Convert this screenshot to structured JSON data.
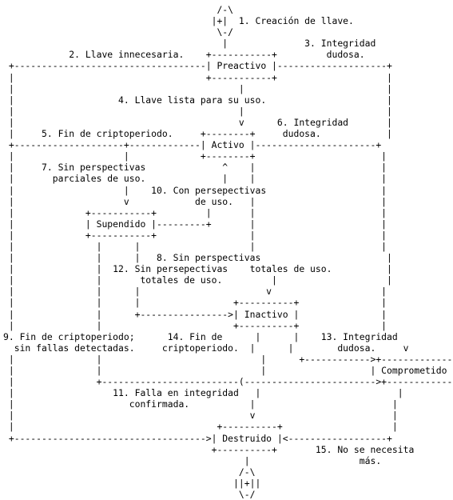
{
  "diagram": {
    "lines": [
      "                                       /-\\",
      "                                      |+|  1. Creación de llave.",
      "                                       \\-/",
      "                                        |              3. Integridad",
      "            2. Llave innecesaria.    +-----------+         dudosa.",
      " +-----------------------------------| Preactivo |--------------------+",
      " |                                   +-----------+                    |",
      " |                                         |                          |",
      " |                   4. Llave lista para su uso.                      |",
      " |                                         |                          |",
      " |                                         v      6. Integridad       |",
      " |     5. Fin de criptoperiodo.     +--------+     dudosa.            |",
      " +--------------------+-------------| Activo |----------------------+",
      " |                    |             +--------+                       |",
      " |     7. Sin perspectivas              ^    |                       |",
      " |       parciales de uso.              |    |                       |",
      " |                    |    10. Con persepectivas                     |",
      " |                    v            de uso.   |                       |",
      " |             +-----------+         |       |                       |",
      " |             | Supendido |---------+       |                       |",
      " |             +-----------+                 |                       |",
      " |               |      |                    |                       |",
      " |               |      |   8. Sin perspectivas                       |",
      " |               |  12. Sin persepectivas    totales de uso.          |",
      " |               |       totales de uso.         |                    |",
      " |               |      |                       v                    |",
      " |               |      |                 +----------+               |",
      " |               |      +---------------->| Inactivo |               |",
      " |               |                        +----------+               |",
      "9. Fin de criptoperiodo;      14. Fin de      |      |    13. Integridad",
      "  sin fallas detectadas.     criptoperiodo.  |      |        dudosa.     v",
      " |               |                             |      +------------>+---------------+",
      " |               |                             |                   | Comprometido |",
      " |               +-------------------------(------------------------>+---------------+",
      " |                  11. Falla en integridad   |                         |",
      " |                     confirmada.           |                         |",
      " |                                           v                         |",
      " |                                     +----------+                    |",
      " +----------------------------------->| Destruido |<------------------+",
      "                                      +----------+       15. No se necesita",
      "                                            |                    más.",
      "                                           /-\\",
      "                                          ||+||",
      "                                           \\-/"
    ]
  }
}
